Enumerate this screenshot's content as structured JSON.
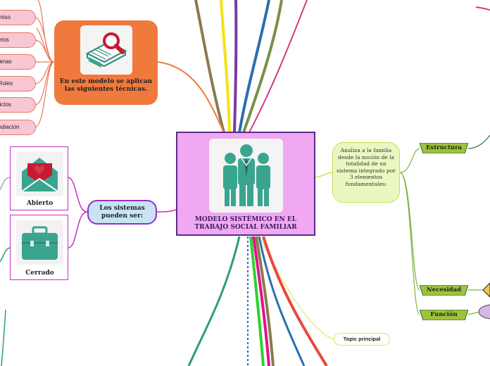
{
  "central": {
    "label": "MODELO SISTÉMICO EN EL TRABAJO SOCIAL FAMILIAR",
    "icon": "people-group-icon"
  },
  "techniques": {
    "label": "En este modelo se aplican las siguientes técnicas.",
    "icon": "book-magnifier-icon",
    "items": [
      "romiso",
      "cretos",
      "esenas",
      "e Roles",
      "nflictos",
      "Mediación"
    ]
  },
  "systems": {
    "label": "Los sistemas pueden ser:",
    "open": {
      "label": "Abierto",
      "icon": "open-envelope-icon"
    },
    "closed": {
      "label": "Cerrado",
      "icon": "briefcase-icon"
    }
  },
  "analysis": {
    "label": "Analiza a la familia desde la noción de la totalidad de un sistema integrado por 3 elementos fundamentales:",
    "items": [
      "Estructura",
      "Necesidad",
      "Función"
    ]
  },
  "topic": {
    "label": "Topic principal"
  },
  "colors": {
    "central_fill": "#f1a8f2",
    "central_border": "#5a2c86",
    "technique_fill": "#f07a3e",
    "pill_fill": "#f9c6d4",
    "systems_fill": "#c7e3f5",
    "analysis_fill": "#ebf7c0",
    "element_fill": "#9cc33a",
    "icon_teal": "#3aa58f"
  }
}
